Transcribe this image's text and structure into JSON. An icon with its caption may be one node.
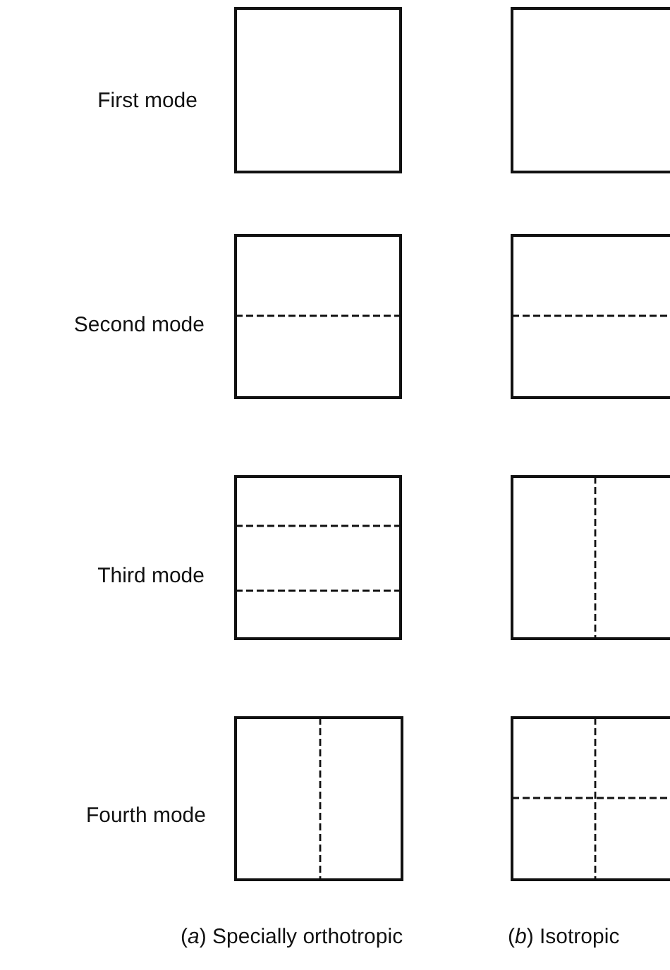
{
  "diagram": {
    "labels": [
      "First mode",
      "Second mode",
      "Third mode",
      "Fourth mode",
      "(*a*) Specially orthotropic",
      "(*b*) Isotropic"
    ]
  }
}
